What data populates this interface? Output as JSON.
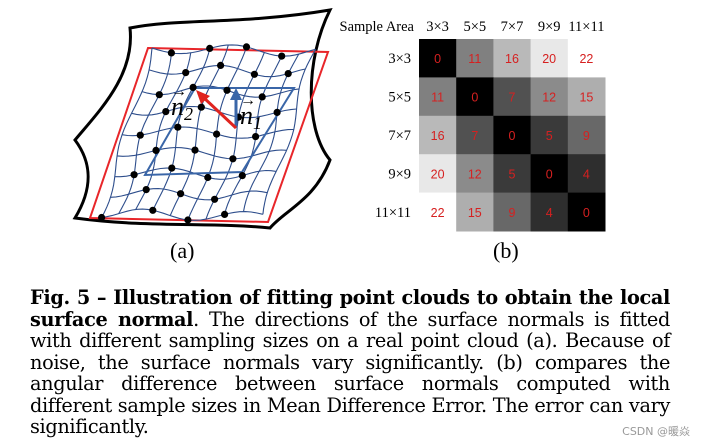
{
  "figure_a": {
    "panel_label": "(a)",
    "normal_1": "n",
    "normal_1_sub": "1",
    "normal_2": "n",
    "normal_2_sub": "2",
    "colors": {
      "outline": "#e8262a",
      "mesh": "#2e4e8c",
      "normal_1": "#3a66a8",
      "normal_2": "#e0241f",
      "point": "#000000"
    }
  },
  "figure_b": {
    "panel_label": "(b)",
    "corner_header": "Sample Area",
    "col_headers": [
      "3×3",
      "5×5",
      "7×7",
      "9×9",
      "11×11"
    ],
    "row_headers": [
      "3×3",
      "5×5",
      "7×7",
      "9×9",
      "11×11"
    ],
    "cell_text_color": "#d62020"
  },
  "chart_data": {
    "type": "heatmap",
    "title": "",
    "xlabel": "",
    "ylabel": "",
    "corner_label": "Sample Area",
    "x_categories": [
      "3×3",
      "5×5",
      "7×7",
      "9×9",
      "11×11"
    ],
    "y_categories": [
      "3×3",
      "5×5",
      "7×7",
      "9×9",
      "11×11"
    ],
    "values": [
      [
        0,
        11,
        16,
        20,
        22
      ],
      [
        11,
        0,
        7,
        12,
        15
      ],
      [
        16,
        7,
        0,
        5,
        9
      ],
      [
        20,
        12,
        5,
        0,
        4
      ],
      [
        22,
        15,
        9,
        4,
        0
      ]
    ],
    "value_range": [
      0,
      22
    ],
    "colormap": "grayscale (0 = black, 22 = white)"
  },
  "caption": {
    "bold_part": "Fig. 5 – Illustration of fitting point clouds to obtain the local surface normal",
    "text_part": ". The directions of the surface normals is fitted with different sampling sizes on a real point cloud (a). Because of noise, the surface normals vary significantly. (b) compares the angular difference between surface normals computed with different sample sizes in Mean Difference Error. The error can vary significantly."
  },
  "watermark": "CSDN @暖焱"
}
